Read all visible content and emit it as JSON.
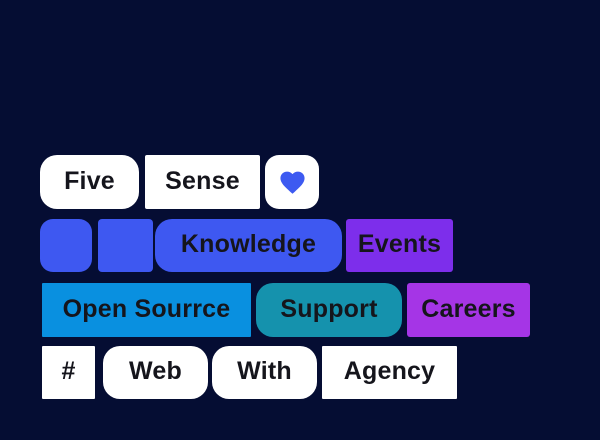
{
  "background_color": "#050D33",
  "text_color": "#15151C",
  "colors": {
    "white_tile": "#FFFFFF",
    "royal_blue": "#3E58F1",
    "azure_blue": "#0990E0",
    "teal": "#1592AD",
    "violet": "#7D2EEB",
    "magenta_purple": "#A535E6",
    "heart_blue": "#3D5AF1"
  },
  "rows": [
    {
      "name": "row-1",
      "tiles": [
        {
          "key": "five",
          "label": "Five",
          "bg": "#FFFFFF"
        },
        {
          "key": "sense",
          "label": "Sense",
          "bg": "#FFFFFF"
        },
        {
          "key": "heart",
          "label": "",
          "bg": "#FFFFFF",
          "icon": "heart-icon",
          "icon_color": "#3D5AF1"
        }
      ]
    },
    {
      "name": "row-2",
      "tiles": [
        {
          "key": "square-1",
          "label": "",
          "bg": "#3E58F1"
        },
        {
          "key": "square-2",
          "label": "",
          "bg": "#3E58F1"
        },
        {
          "key": "knowledge",
          "label": "Knowledge",
          "bg": "#3E58F1"
        },
        {
          "key": "events",
          "label": "Events",
          "bg": "#7D2EEB"
        }
      ]
    },
    {
      "name": "row-3",
      "tiles": [
        {
          "key": "open-source",
          "label": "Open Sourrce",
          "bg": "#0990E0"
        },
        {
          "key": "support",
          "label": "Support",
          "bg": "#1592AD"
        },
        {
          "key": "careers",
          "label": "Careers",
          "bg": "#A535E6"
        }
      ]
    },
    {
      "name": "row-4",
      "tiles": [
        {
          "key": "hash",
          "label": "#",
          "bg": "#FFFFFF"
        },
        {
          "key": "web",
          "label": "Web",
          "bg": "#FFFFFF"
        },
        {
          "key": "with",
          "label": "With",
          "bg": "#FFFFFF"
        },
        {
          "key": "agency",
          "label": "Agency",
          "bg": "#FFFFFF"
        }
      ]
    }
  ]
}
